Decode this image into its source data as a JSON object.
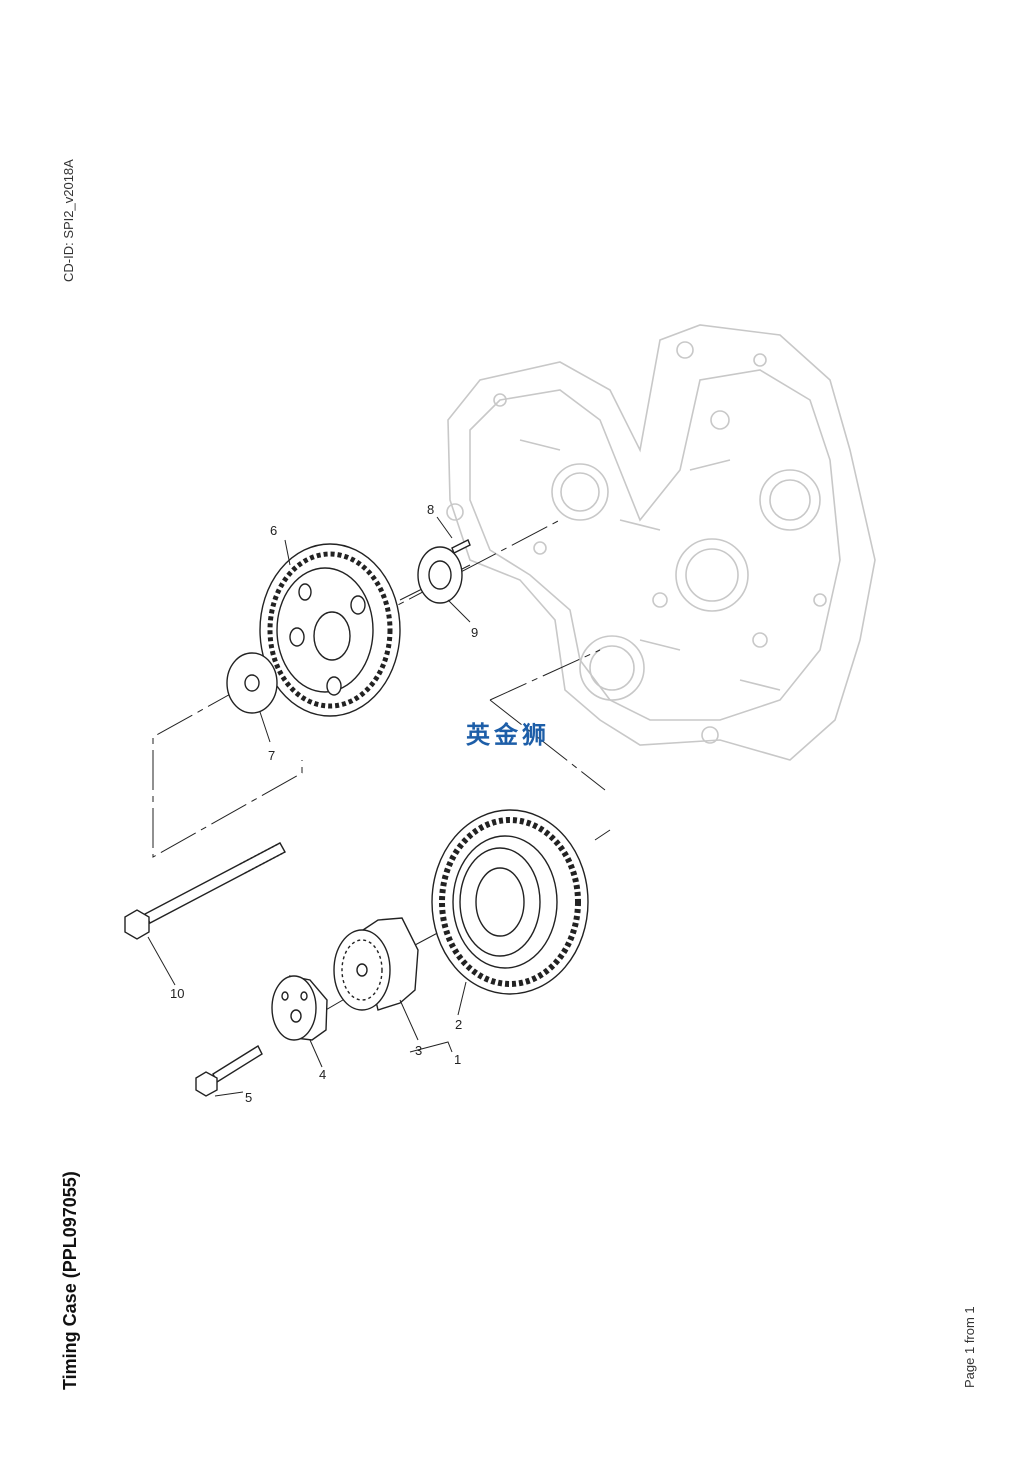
{
  "header": {
    "cd_id": "CD-ID: SPI2_v2018A"
  },
  "title": "Timing Case (PPL097055)",
  "footer": {
    "page": "Page 1 from 1"
  },
  "watermark": "英金狮",
  "callouts": [
    "1",
    "2",
    "3",
    "4",
    "5",
    "6",
    "7",
    "8",
    "9",
    "10"
  ],
  "colors": {
    "line": "#222222",
    "housing": "#c8c8c8",
    "watermark": "#1d5ea8"
  }
}
